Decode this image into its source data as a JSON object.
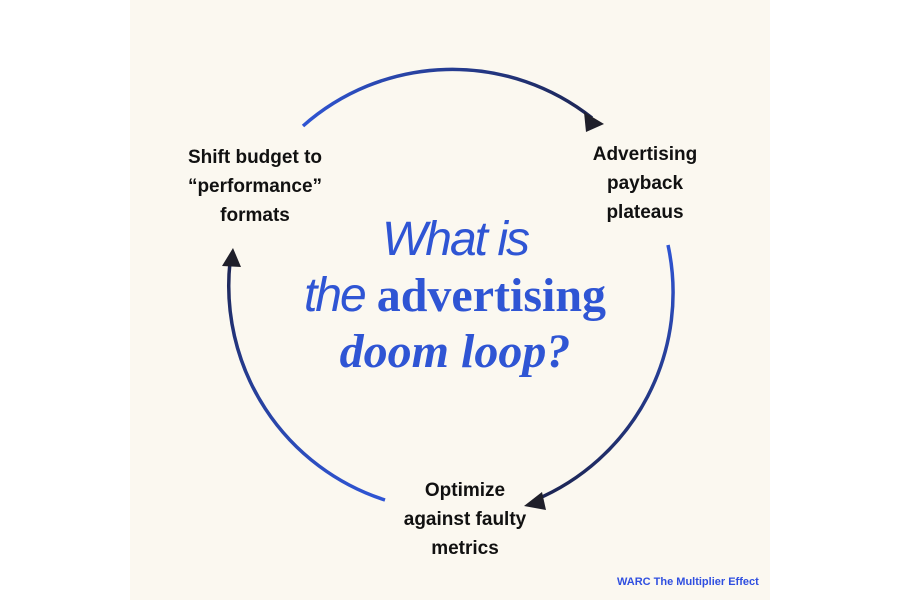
{
  "title": {
    "line1": "What is",
    "line2_light": "the",
    "line2_bold": "advertising",
    "line3": "doom loop?"
  },
  "steps": [
    {
      "lines": [
        "Shift budget to",
        "“performance”",
        "formats"
      ]
    },
    {
      "lines": [
        "Advertising",
        "payback",
        "plateaus"
      ]
    },
    {
      "lines": [
        "Optimize",
        "against faulty",
        "metrics"
      ]
    }
  ],
  "credit": "WARC The Multiplier Effect",
  "colors": {
    "accent": "#2f55d4",
    "arrow_dark": "#1a2040",
    "background": "#fbf8f0"
  }
}
